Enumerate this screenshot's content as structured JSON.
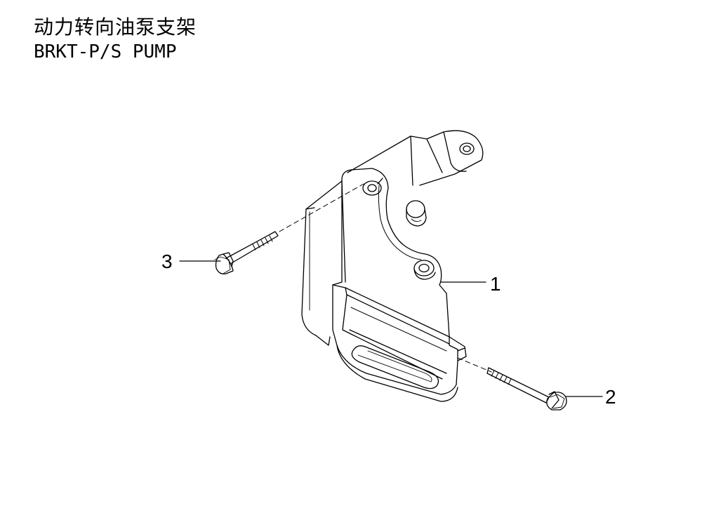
{
  "header": {
    "title_cn": "动力转向油泵支架",
    "title_en": "BRKT-P/S PUMP"
  },
  "callouts": [
    {
      "number": "1",
      "part": "bracket"
    },
    {
      "number": "2",
      "part": "bolt"
    },
    {
      "number": "3",
      "part": "bolt"
    }
  ]
}
